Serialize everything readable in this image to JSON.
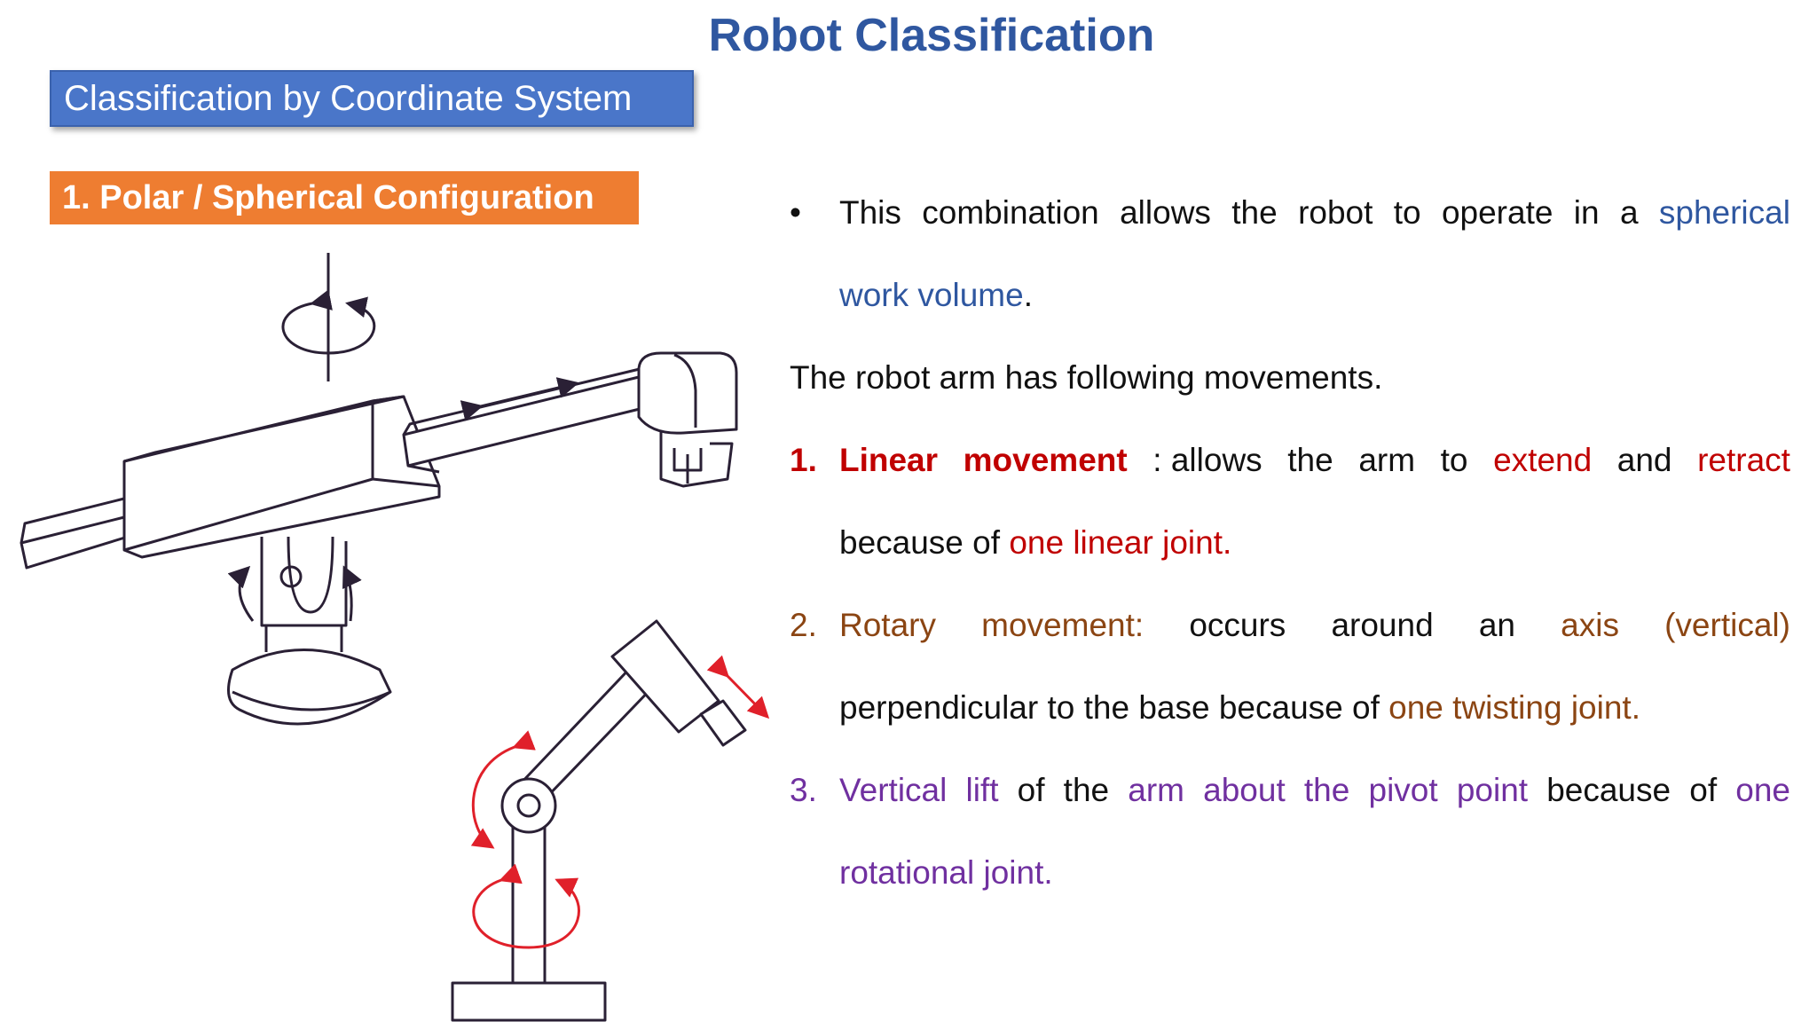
{
  "title": "Robot Classification",
  "banner": "Classification by Coordinate System",
  "tag": "1. Polar / Spherical Configuration",
  "bullet": {
    "mark": "•",
    "l1": [
      "This",
      "combination",
      "allows",
      "the",
      "robot",
      "to",
      "operate",
      "in",
      "a",
      "spherical"
    ],
    "l2_hl": "work volume",
    "l2_end": "."
  },
  "intro": "The robot arm has following movements.",
  "items": [
    {
      "num": "1.",
      "l1": [
        "Linear",
        "movement",
        ": allows",
        "the",
        "arm",
        "to",
        "extend",
        "and",
        "retract"
      ],
      "l2_plain": "because of ",
      "l2_hl": "one linear joint."
    },
    {
      "num": "2.",
      "l1": [
        "Rotary",
        "movement:",
        "occurs",
        "around",
        "an",
        "axis",
        "(vertical)"
      ],
      "l2_plain": "perpendicular to the base because of ",
      "l2_hl": "one twisting joint."
    },
    {
      "num": "3.",
      "l1": [
        "Vertical",
        "lift",
        "of",
        "the",
        "arm",
        "about",
        "the",
        "pivot",
        "point",
        "because",
        "of",
        "one"
      ],
      "l2_hl": "rotational joint."
    }
  ],
  "colors": {
    "title": "#2f57a0",
    "banner": "#4a76c9",
    "tag": "#ee7d31",
    "blue": "#2f57a0",
    "red": "#c00000",
    "brown": "#8b4513",
    "purple": "#7030a0",
    "arrow_red": "#e0202a",
    "line": "#2a2035"
  }
}
